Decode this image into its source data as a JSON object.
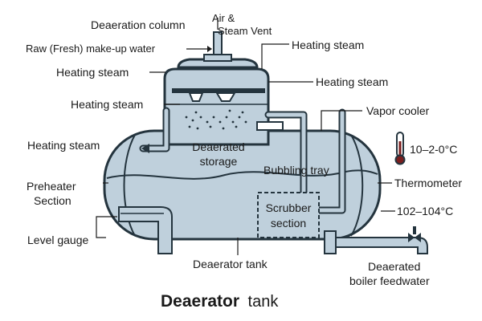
{
  "labels": {
    "deaeration_column": "Deaeration column",
    "air_steam_vent_1": "Air &",
    "air_steam_vent_2": "Steam Vent",
    "raw_makeup_water": "Raw (Fresh) make-up water",
    "heating_steam_top_right": "Heating steam",
    "heating_steam_left_top": "Heating steam",
    "heating_steam_right_mid": "Heating steam",
    "heating_steam_left_mid": "Heating steam",
    "vapor_cooler": "Vapor cooler",
    "heating_steam_left_low": "Heating steam",
    "deaerated_storage_1": "Deaerated",
    "deaerated_storage_2": "storage",
    "temp_top": "10–2-0°C",
    "bubbling_tray": "Bubbling tray",
    "preheater_section_1": "Preheater",
    "preheater_section_2": "Section",
    "thermometer": "Thermometer",
    "scrubber_section_1": "Scrubber",
    "scrubber_section_2": "section",
    "temp_bottom": "102–104°C",
    "level_gauge": "Level gauge",
    "deaerator_tank": "Deaerator tank",
    "deaerated_feedwater_1": "Deaerated",
    "deaerated_feedwater_2": "boiler feedwater"
  },
  "title": {
    "bold": "Deaerator",
    "normal": "tank"
  },
  "icons": {
    "thermometer": "thermometer-icon",
    "valve": "valve-icon"
  },
  "colors": {
    "tank_fill": "#bfd0dc",
    "outline": "#24343e",
    "water_line": "#24343e",
    "background": "#ffffff"
  }
}
